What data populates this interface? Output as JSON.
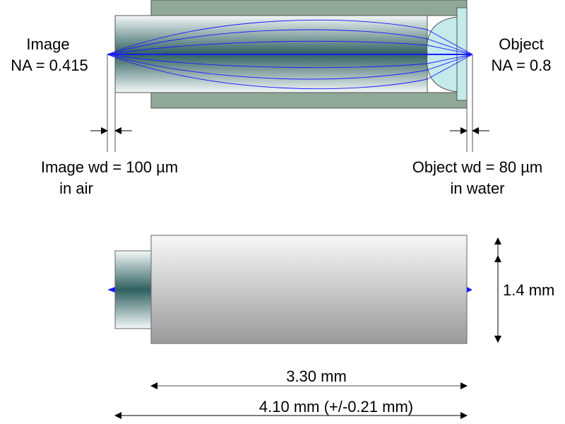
{
  "labels": {
    "image_title": "Image",
    "image_na": "NA = 0.415",
    "object_title": "Object",
    "object_na": "NA = 0.8",
    "image_wd": "Image wd = 100 µm",
    "image_medium": "in air",
    "object_wd": "Object wd = 80 µm",
    "object_medium": "in water",
    "diameter": "1.4 mm",
    "housing_length": "3.30 mm",
    "total_length": "4.10 mm (+/-0.21 mm)"
  },
  "colors": {
    "housing": "#90a898",
    "grin_dark": "#2f6060",
    "rays": "#1a1aff",
    "lens": "#c4eaea"
  }
}
